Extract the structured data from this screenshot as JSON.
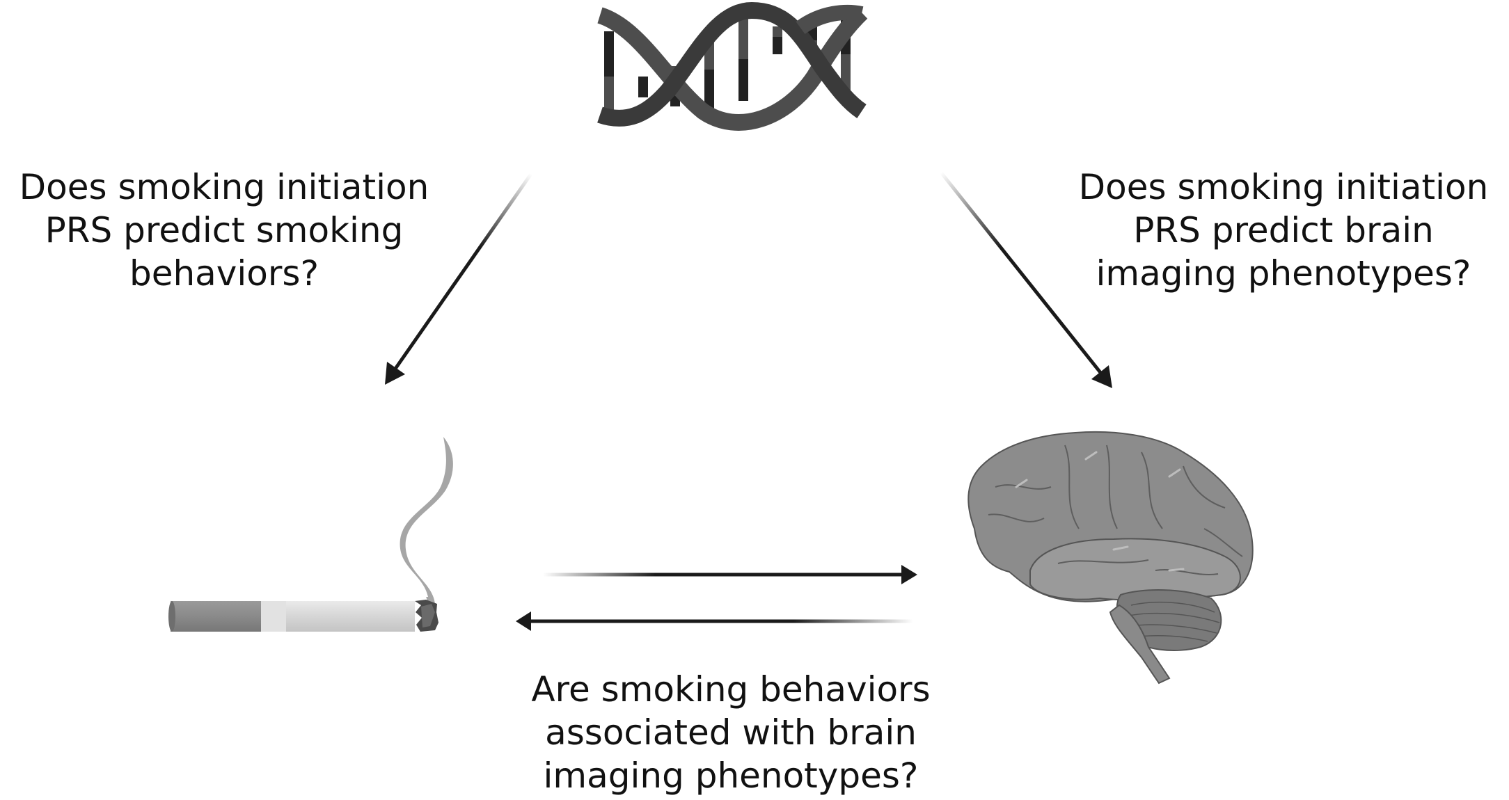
{
  "figure": {
    "nodes": [
      {
        "id": "dna",
        "icon": "dna-double-helix-icon",
        "label": ""
      },
      {
        "id": "cigarette",
        "icon": "lit-cigarette-icon",
        "label": ""
      },
      {
        "id": "brain",
        "icon": "human-brain-icon",
        "label": ""
      }
    ],
    "questions": {
      "left": [
        "Does smoking initiation",
        "PRS predict smoking",
        "behaviors?"
      ],
      "right": [
        "Does smoking initiation",
        "PRS predict brain",
        "imaging phenotypes?"
      ],
      "bottom": [
        "Are smoking behaviors",
        "associated with brain",
        "imaging phenotypes?"
      ]
    },
    "edges": [
      {
        "from": "dna",
        "to": "cigarette",
        "question": "left"
      },
      {
        "from": "dna",
        "to": "brain",
        "question": "right"
      },
      {
        "from": "cigarette",
        "to": "brain",
        "question": "bottom"
      },
      {
        "from": "brain",
        "to": "cigarette",
        "question": "bottom"
      }
    ],
    "colors": {
      "arrow": "#1a1a1a",
      "dna_dark": "#3a3a3a",
      "dna_mid": "#4d4d4d",
      "brain_fill": "#8c8c8c",
      "cigarette_filter": "#8a8a8a",
      "cigarette_paper": "#d9d9d9",
      "smoke": "#a6a6a6"
    }
  }
}
